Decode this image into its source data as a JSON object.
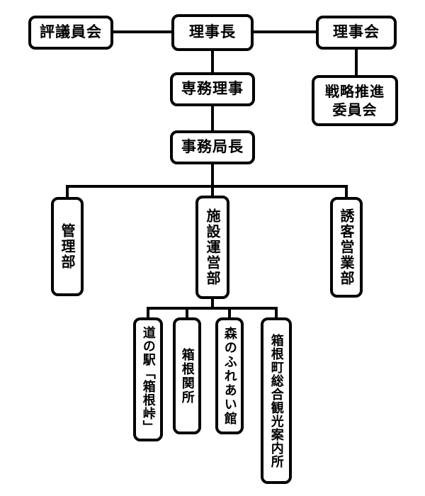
{
  "org_chart": {
    "nodes": {
      "council": "評議員会",
      "president": "理事長",
      "board": "理事会",
      "strategy_committee": "戦略推進委員会",
      "executive_director": "専務理事",
      "secretariat_chief": "事務局長",
      "admin_dept": "管理部",
      "facility_ops_dept": "施設運営部",
      "sales_dept": "誘客営業部",
      "michinoeki_hakonetouge": "道の駅「箱根峠」",
      "hakone_sekisho": "箱根関所",
      "mori_no_fureaikan": "森のふれあい館",
      "hakone_info_center": "箱根町総合観光案内所"
    },
    "edges": [
      [
        "council",
        "president"
      ],
      [
        "president",
        "board"
      ],
      [
        "board",
        "strategy_committee"
      ],
      [
        "president",
        "executive_director"
      ],
      [
        "executive_director",
        "secretariat_chief"
      ],
      [
        "secretariat_chief",
        "admin_dept"
      ],
      [
        "secretariat_chief",
        "facility_ops_dept"
      ],
      [
        "secretariat_chief",
        "sales_dept"
      ],
      [
        "facility_ops_dept",
        "michinoeki_hakonetouge"
      ],
      [
        "facility_ops_dept",
        "hakone_sekisho"
      ],
      [
        "facility_ops_dept",
        "mori_no_fureaikan"
      ],
      [
        "facility_ops_dept",
        "hakone_info_center"
      ]
    ],
    "colors": {
      "background": "#ffffff",
      "box_fill": "#ffffff",
      "box_border": "#000000",
      "line": "#000000",
      "text": "#000000"
    }
  }
}
